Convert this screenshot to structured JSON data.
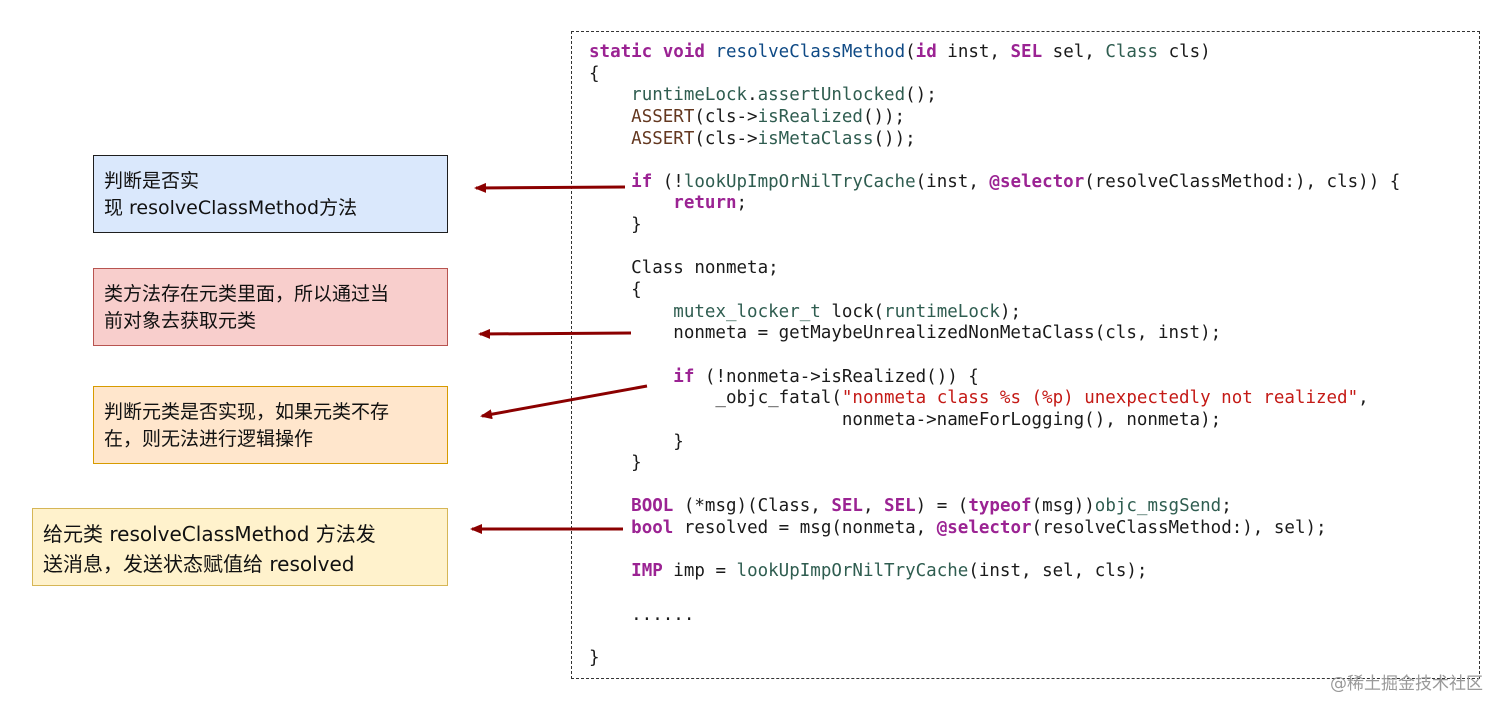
{
  "code_lines": [
    [
      [
        "kw",
        "static"
      ],
      [
        "pl",
        " "
      ],
      [
        "kw",
        "void"
      ],
      [
        "pl",
        " "
      ],
      [
        "fn",
        "resolveClassMethod"
      ],
      [
        "pl",
        "("
      ],
      [
        "kw",
        "id"
      ],
      [
        "pl",
        " inst, "
      ],
      [
        "kw",
        "SEL"
      ],
      [
        "pl",
        " sel, "
      ],
      [
        "call",
        "Class"
      ],
      [
        "pl",
        " cls)"
      ]
    ],
    [
      [
        "pl",
        "{"
      ]
    ],
    [
      [
        "pl",
        "    "
      ],
      [
        "call",
        "runtimeLock"
      ],
      [
        "pl",
        "."
      ],
      [
        "call",
        "assertUnlocked"
      ],
      [
        "pl",
        "();"
      ]
    ],
    [
      [
        "pl",
        "    "
      ],
      [
        "mac",
        "ASSERT"
      ],
      [
        "pl",
        "(cls->"
      ],
      [
        "call",
        "isRealized"
      ],
      [
        "pl",
        "());"
      ]
    ],
    [
      [
        "pl",
        "    "
      ],
      [
        "mac",
        "ASSERT"
      ],
      [
        "pl",
        "(cls->"
      ],
      [
        "call",
        "isMetaClass"
      ],
      [
        "pl",
        "());"
      ]
    ],
    [
      [
        "pl",
        ""
      ]
    ],
    [
      [
        "pl",
        "    "
      ],
      [
        "kw",
        "if"
      ],
      [
        "pl",
        " (!"
      ],
      [
        "call",
        "lookUpImpOrNilTryCache"
      ],
      [
        "pl",
        "(inst, "
      ],
      [
        "kw",
        "@selector"
      ],
      [
        "pl",
        "(resolveClassMethod:), cls)) {"
      ]
    ],
    [
      [
        "pl",
        "        "
      ],
      [
        "kw",
        "return"
      ],
      [
        "pl",
        ";"
      ]
    ],
    [
      [
        "pl",
        "    }"
      ]
    ],
    [
      [
        "pl",
        ""
      ]
    ],
    [
      [
        "pl",
        "    Class nonmeta;"
      ]
    ],
    [
      [
        "pl",
        "    {"
      ]
    ],
    [
      [
        "pl",
        "        "
      ],
      [
        "call",
        "mutex_locker_t"
      ],
      [
        "pl",
        " lock("
      ],
      [
        "call",
        "runtimeLock"
      ],
      [
        "pl",
        ");"
      ]
    ],
    [
      [
        "pl",
        "        nonmeta = getMaybeUnrealizedNonMetaClass(cls, inst);"
      ]
    ],
    [
      [
        "pl",
        ""
      ]
    ],
    [
      [
        "pl",
        "        "
      ],
      [
        "kw",
        "if"
      ],
      [
        "pl",
        " (!nonmeta->isRealized()) {"
      ]
    ],
    [
      [
        "pl",
        "            _objc_fatal("
      ],
      [
        "str",
        "\"nonmeta class %s (%p) unexpectedly not realized\""
      ],
      [
        "pl",
        ","
      ]
    ],
    [
      [
        "pl",
        "                        nonmeta->nameForLogging(), nonmeta);"
      ]
    ],
    [
      [
        "pl",
        "        }"
      ]
    ],
    [
      [
        "pl",
        "    }"
      ]
    ],
    [
      [
        "pl",
        ""
      ]
    ],
    [
      [
        "pl",
        "    "
      ],
      [
        "kw",
        "BOOL"
      ],
      [
        "pl",
        " (*msg)(Class, "
      ],
      [
        "kw",
        "SEL"
      ],
      [
        "pl",
        ", "
      ],
      [
        "kw",
        "SEL"
      ],
      [
        "pl",
        ") = ("
      ],
      [
        "kw",
        "typeof"
      ],
      [
        "pl",
        "(msg))"
      ],
      [
        "call",
        "objc_msgSend"
      ],
      [
        "pl",
        ";"
      ]
    ],
    [
      [
        "pl",
        "    "
      ],
      [
        "kw",
        "bool"
      ],
      [
        "pl",
        " resolved = msg(nonmeta, "
      ],
      [
        "kw",
        "@selector"
      ],
      [
        "pl",
        "(resolveClassMethod:), sel);"
      ]
    ],
    [
      [
        "pl",
        ""
      ]
    ],
    [
      [
        "pl",
        "    "
      ],
      [
        "kw",
        "IMP"
      ],
      [
        "pl",
        " imp = "
      ],
      [
        "call",
        "lookUpImpOrNilTryCache"
      ],
      [
        "pl",
        "(inst, sel, cls);"
      ]
    ],
    [
      [
        "pl",
        ""
      ]
    ],
    [
      [
        "pl",
        "    ......"
      ]
    ],
    [
      [
        "pl",
        ""
      ]
    ],
    [
      [
        "pl",
        "}"
      ]
    ]
  ],
  "notes": [
    {
      "line1": "判断是否实",
      "line2": "现 resolveClassMethod方法"
    },
    {
      "line1": "类方法存在元类里面，所以通过当",
      "line2": "前对象去获取元类"
    },
    {
      "line1": "判断元类是否实现，如果元类不存",
      "line2": "在，则无法进行逻辑操作"
    },
    {
      "line1": "给元类 resolveClassMethod 方法发",
      "line2": "送消息，发送状态赋值给 resolved"
    }
  ],
  "watermark": "@稀土掘金技术社区",
  "colors": {
    "arrow": "#8b0000",
    "note1_fill": "#dae8fc",
    "note2_fill": "#f8cecc",
    "note3_fill": "#ffe6cc",
    "note4_fill": "#fff2cc"
  }
}
